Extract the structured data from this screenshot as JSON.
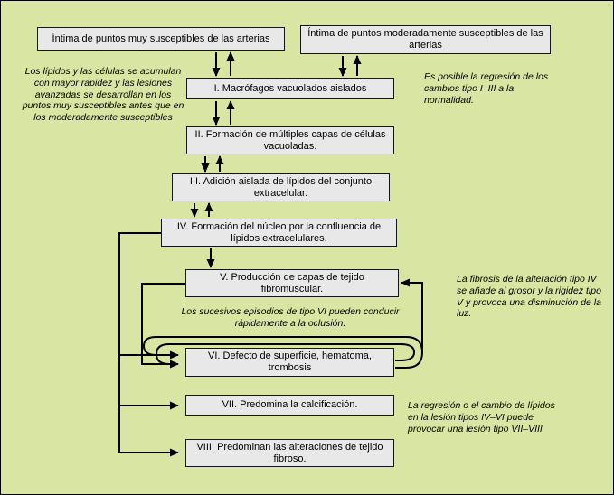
{
  "diagram": {
    "colors": {
      "background": "#d8e5a3",
      "box_fill": "#e8e8e8",
      "box_border": "#151515",
      "arrow": "#000000"
    },
    "top_boxes": {
      "left": "Íntima de puntos muy susceptibles de las arterias",
      "right": "Íntima de puntos moderadamente susceptibles de las arterias"
    },
    "stages": [
      {
        "label": "I. Macrófagos vacuolados aislados"
      },
      {
        "label": "II. Formación de múltiples capas de células vacuoladas."
      },
      {
        "label": "III. Adición aislada de lípidos del conjunto extracelular."
      },
      {
        "label": "IV. Formación del núcleo por la confluencia de lípidos extracelulares."
      },
      {
        "label": "V. Producción de capas de tejido fibromuscular."
      },
      {
        "label": "VI. Defecto de superficie, hematoma, trombosis"
      },
      {
        "label": "VII. Predomina la calcificación."
      },
      {
        "label": "VIII. Predominan las alteraciones de tejido fibroso."
      }
    ],
    "notes": {
      "left": "Los lípidos y las células se acumulan con mayor rapidez y las lesiones avanzadas se desarrollan en los puntos muy susceptibles antes que en los moderadamente susceptibles",
      "regression_top": "Es posible la regresión de los cambios tipo I–III a la normalidad.",
      "fibrosis": "La fibrosis de la alteración tipo IV se añade al grosor y la rigidez tipo V y provoca una disminución de la luz.",
      "episodes": "Los sucesivos episodios de tipo VI pueden conducir rápidamente a la oclusión.",
      "regression_bottom": "La regresión o el cambio de lípidos en la lesión tipos IV–VI puede provocar una lesión tipo VII–VIII"
    }
  }
}
